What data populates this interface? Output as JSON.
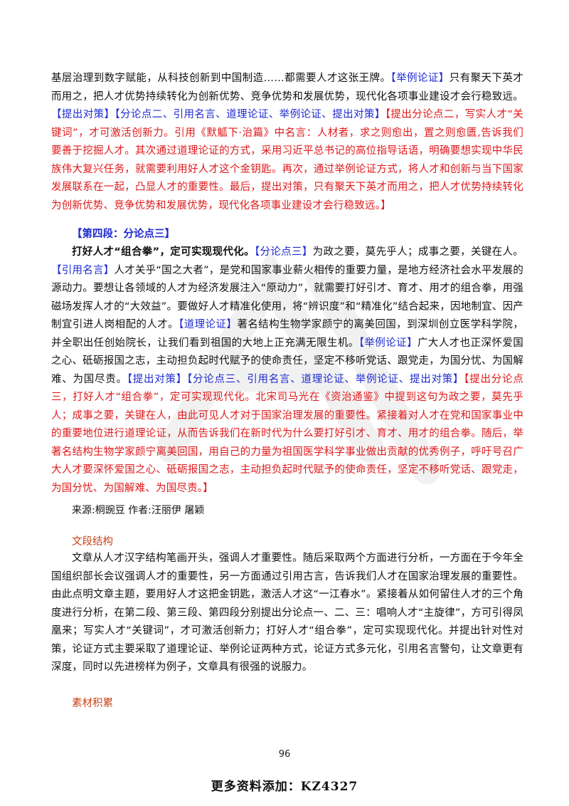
{
  "paragraph1": {
    "seg1": "基层治理到数字赋能，从科技创新到中国制造……都需要人才这张王牌。",
    "tag1": "【举例论证】",
    "seg2": "只有聚天下英才而用之，把人才优势持续转化为创新优势、竞争优势和发展优势，现代化各项事业建设才会行稳致远。",
    "tag2": "【提出对策】【分论点二、引用名言、道理论证、举例论证、提出对策】",
    "analysis": "【提出分论点二，写实人才“关键词”，才可激活创新力。引用《默觚下·治篇》中名言：人材者，求之则愈出，置之则愈匮,告诉我们要善于挖掘人才。其次通过道理论证的方式，采用习近平总书记的高位指导话语，明确要想实现中华民族伟大复兴任务，就需要利用好人才这个金钥匙。再次，通过举例论证方式，将人才和创新与当下国家发展联系在一起，凸显人才的重要性。最后，提出对策，只有聚天下英才而用之，把人才优势持续转化为创新优势、竞争优势和发展优势，现代化各项事业建设才会行稳致远。】"
  },
  "section4": {
    "label": "【第四段：分论点三】",
    "heading": "打好人才“组合拳”，定可实现现代化。",
    "tag_point": "【分论点三】",
    "seg1": "为政之要，莫先乎人；成事之要，关键在人。",
    "tag_quote": "【引用名言】",
    "seg2": "人才关乎“国之大者”，是党和国家事业薪火相传的重要力量，是地方经济社会水平发展的源动力。要想让各领域的人才为经济发展注入“原动力”，就需要打好引才、育才、用才的组合拳，用强磁场发挥人才的“大效益”。要做好人才精准化使用，将“辨识度”和“精准化”结合起来，因地制宜、因产制宜引进人岗相配的人才。",
    "tag_reason": "【道理论证】",
    "seg3": "著名结构生物学家颜宁的离美回国，到深圳创立医学科学院，并全职出任创始院长，让我们看到祖国的大地上正充满无限生机。",
    "tag_example": "【举例论证】",
    "seg4": "广大人才也正深怀爱国之心、砥砺报国之志，主动担负起时代赋予的使命责任，坚定不移听党话、跟党走，为国分忧、为国解难、为国尽责。",
    "tag_summary": "【提出对策】【分论点三、引用名言、道理论证、举例论证、提出对策】",
    "analysis": "【提出分论点三，打好人才“组合拳”，定可实现现代化。北宋司马光在《资治通鉴》中提到这句为政之要，莫先乎人；成事之要，关键在人，由此可见人才对于国家治理发展的重要性。紧接着对人才在党和国家事业中的重要地位进行道理论证，从而告诉我们在新时代为什么要打好引才、育才、用才的组合拳。随后，举著名结构生物学家颜宁离美回国，用自己的力量为祖国医学科学事业做出贡献的优秀例子，呼吁号召广大人才要深怀爱国之心、砥砺报国之志，主动担负起时代赋予的使命责任，坚定不移听党话、跟党走，为国分忧、为国解难、为国尽责。】"
  },
  "source_line": "来源:桐豌豆  作者:汪丽伊  屠颖",
  "structure": {
    "label": "文段结构",
    "text": "文章从人才汉字结构笔画开头，强调人才重要性。随后采取两个方面进行分析，一方面在于今年全国组织部长会议强调人才的重要性，另一方面通过引用古言，告诉我们人才在国家治理发展的重要性。由此点明文章主题，要用好人才这把金钥匙，激活人才这“一江春水”。紧接着从如何留住人才的三个角度进行分析，在第二段、第三段、第四段分别提出分论点一、二、三：唱响人才“主旋律”，方可引得凤凰来；写实人才“关键词”，才可激活创新力；打好人才“组合拳”，定可实现现代化。并提出针对性对策，论证方式主要采取了道理论证、举例论证两种方式，论证方式多元化，引用名言警句，让文章更有深度，同时以先进榜样为例子，文章具有很强的说服力。"
  },
  "materials_label": "素材积累",
  "page_number": "96",
  "footer_promo": "更多资料添加：KZ4327",
  "colors": {
    "tag_blue": "#1e2bd0",
    "analysis_red": "#e0191b",
    "section_label_orange": "#c8441a",
    "body_text": "#111111"
  }
}
